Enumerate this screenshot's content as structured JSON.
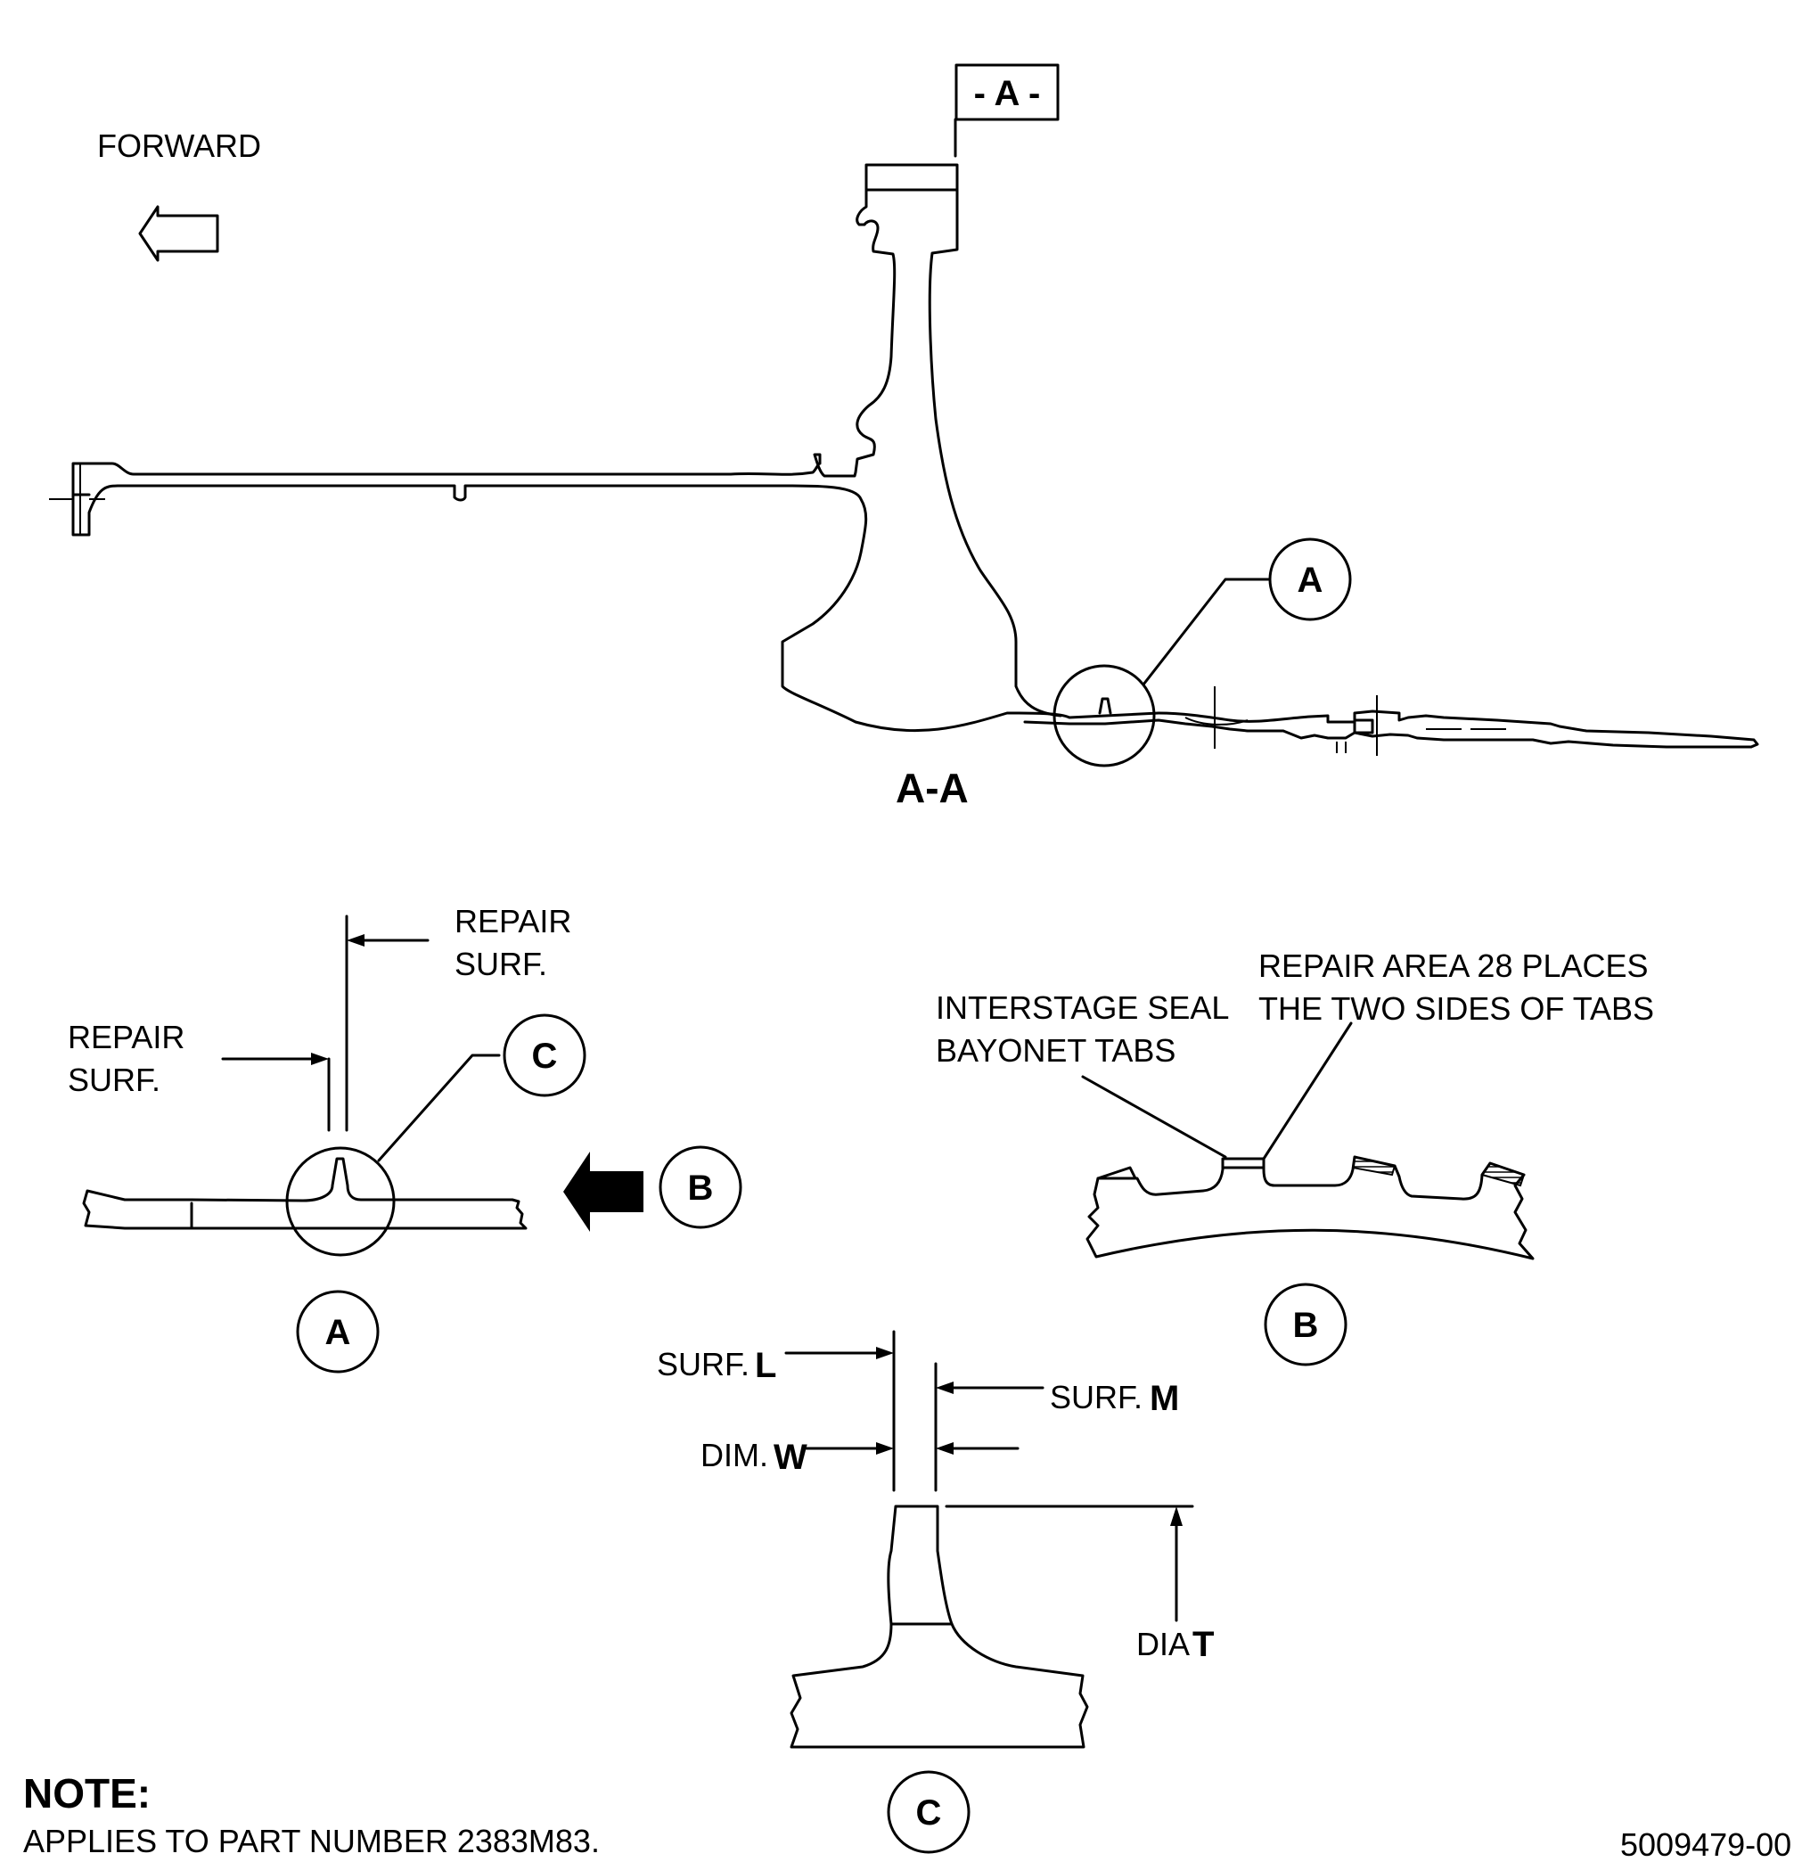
{
  "labels": {
    "forward": "FORWARD",
    "datum": "- A -",
    "section": "A-A",
    "callout_a": "A",
    "callout_b": "B",
    "callout_c": "C",
    "repair_surf_line1": "REPAIR",
    "repair_surf_line2": "SURF.",
    "interstage_line1": "INTERSTAGE SEAL",
    "interstage_line2": "BAYONET TABS",
    "repair_area_line1": "REPAIR AREA 28 PLACES",
    "repair_area_line2": "THE TWO SIDES OF TABS",
    "surf_prefix": "SURF.",
    "surf_l": "L",
    "surf_m": "M",
    "dim_prefix": "DIM.",
    "dim_w": "W",
    "dia_prefix": "DIA",
    "dia_t": "T",
    "note_title": "NOTE:",
    "note_text": "APPLIES TO PART NUMBER 2383M83.",
    "drawing_number": "5009479-00"
  },
  "icons": {
    "forward_arrow": "hollow-arrow-left-icon",
    "view_arrow": "solid-arrow-left-icon"
  }
}
